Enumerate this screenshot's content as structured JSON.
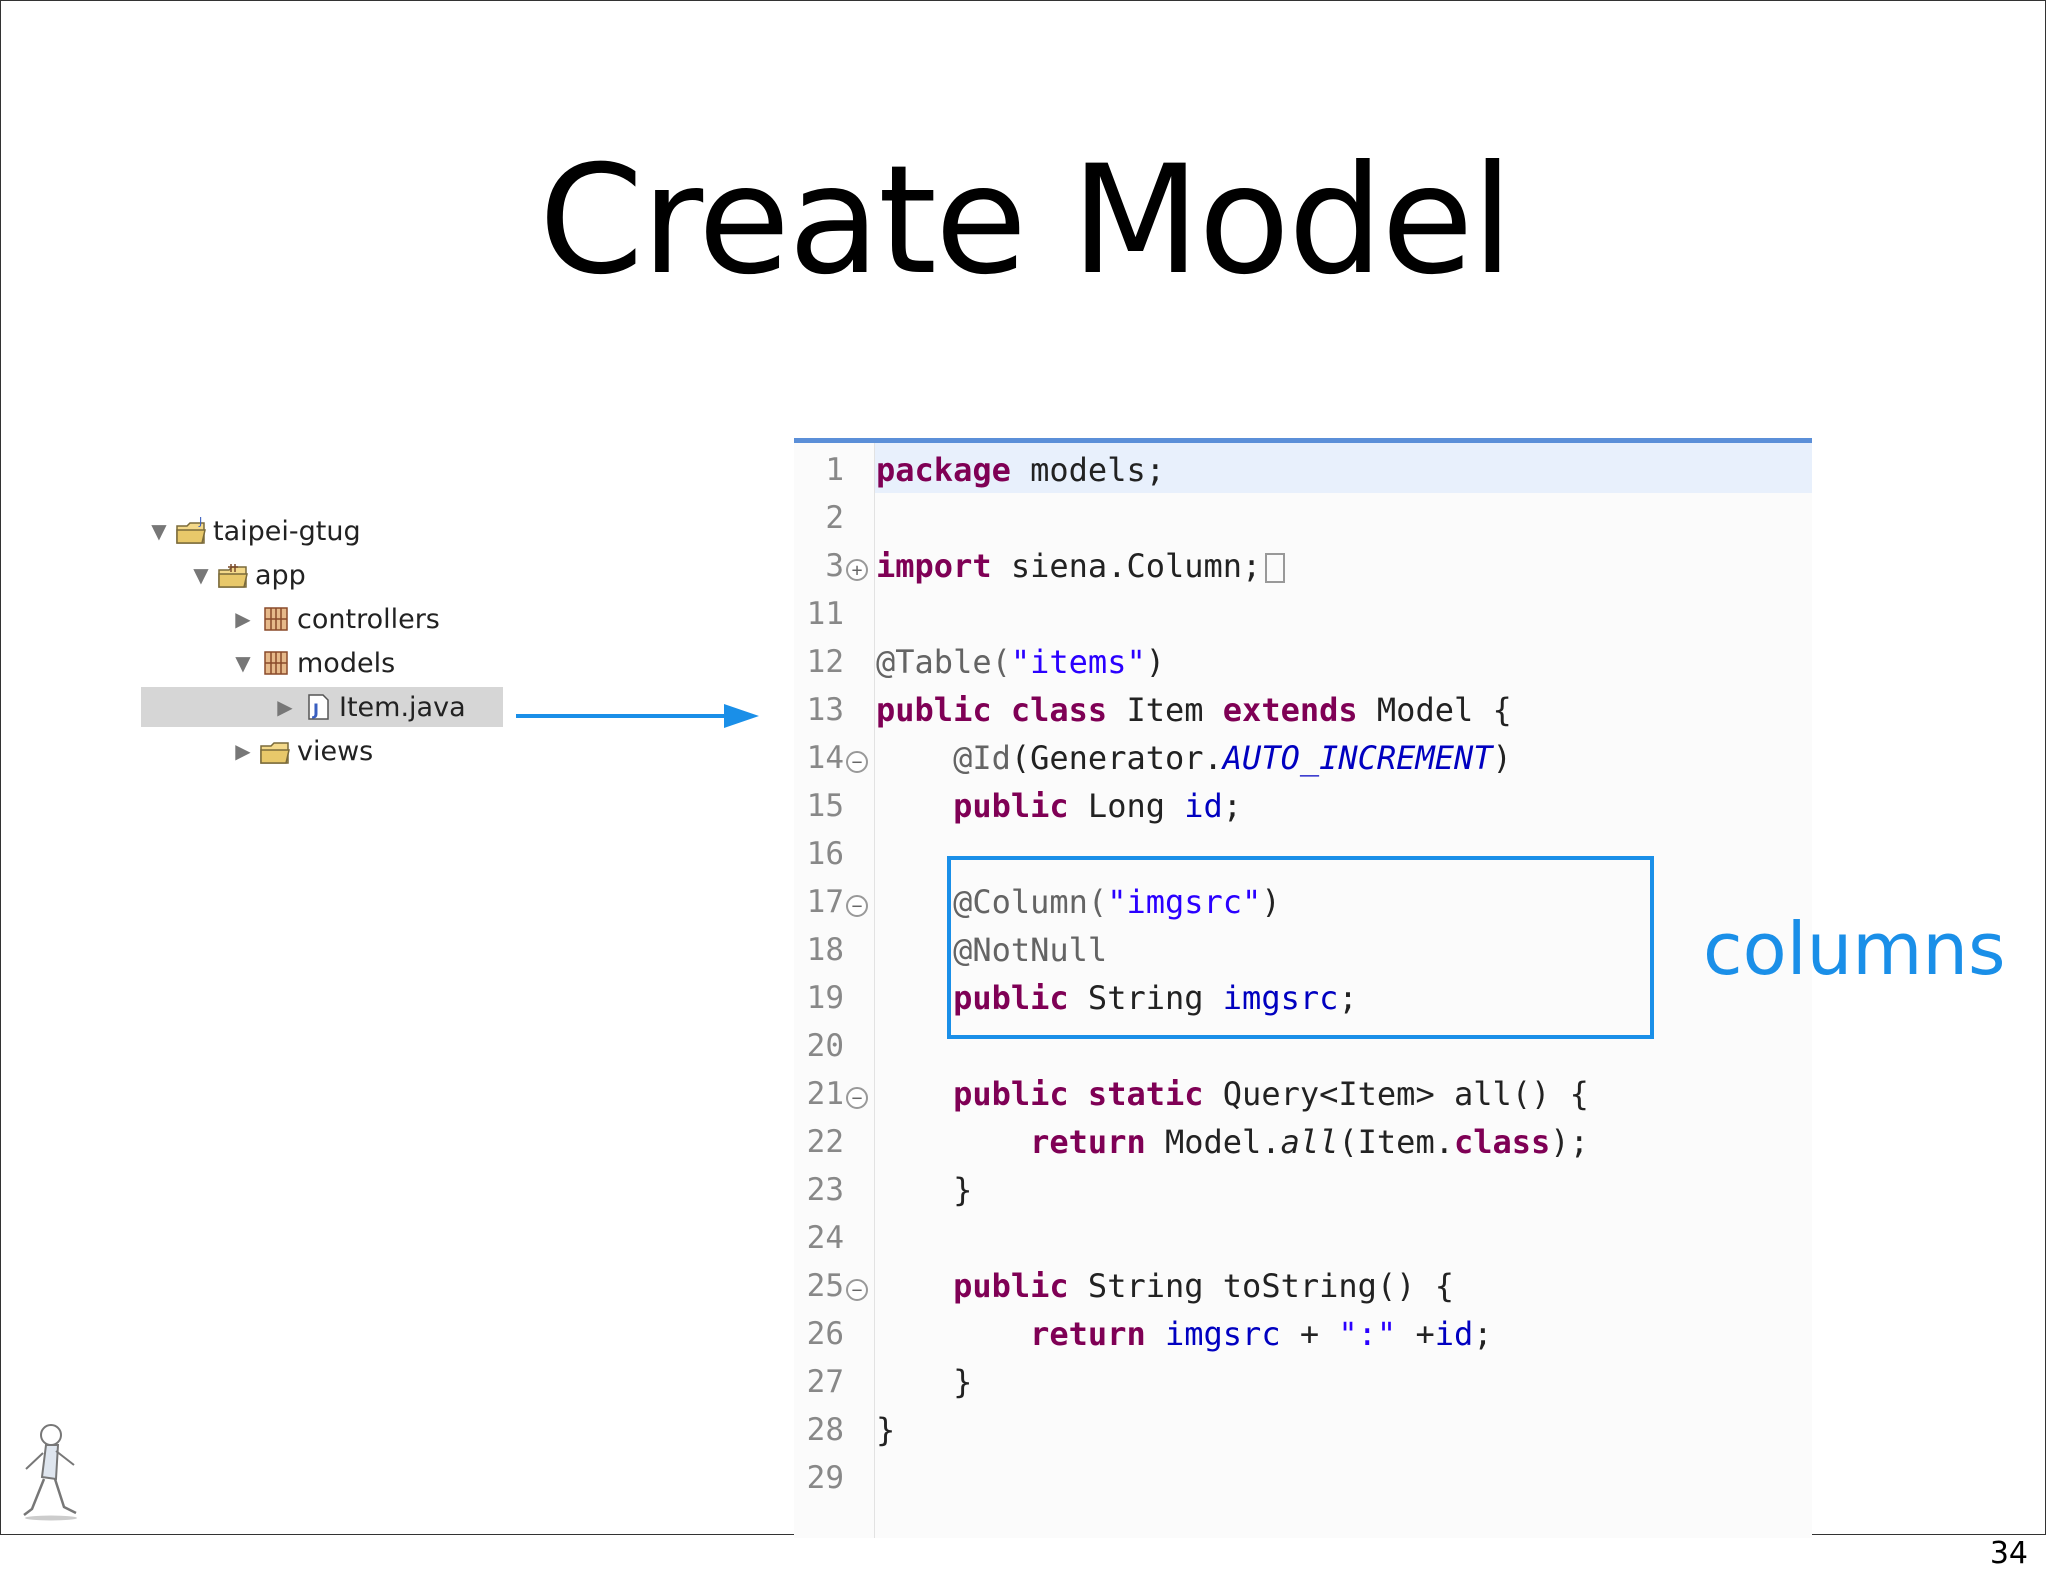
{
  "slide": {
    "title": "Create Model",
    "page_number": "34",
    "callout_label": "columns",
    "accent_color": "#1a8fe8"
  },
  "tree": {
    "items": [
      {
        "label": "taipei-gtug",
        "icon": "project-folder-icon",
        "expanded": true
      },
      {
        "label": "app",
        "icon": "source-folder-icon",
        "expanded": true
      },
      {
        "label": "controllers",
        "icon": "package-icon",
        "expanded": false
      },
      {
        "label": "models",
        "icon": "package-icon",
        "expanded": true
      },
      {
        "label": "Item.java",
        "icon": "java-file-icon",
        "expanded": false,
        "selected": true
      },
      {
        "label": "views",
        "icon": "folder-icon",
        "expanded": false
      }
    ]
  },
  "editor": {
    "line_numbers": [
      "1",
      "2",
      "3",
      "11",
      "12",
      "13",
      "14",
      "15",
      "16",
      "17",
      "18",
      "19",
      "20",
      "21",
      "22",
      "23",
      "24",
      "25",
      "26",
      "27",
      "28",
      "29"
    ],
    "code": {
      "l1_kw": "package",
      "l1_rest": " models;",
      "l3_kw": "import",
      "l3_rest": " siena.Column;",
      "l12_an": "@Table(",
      "l12_str": "\"items\"",
      "l12_close": ")",
      "l13_kw1": "public",
      "l13_kw2": "class",
      "l13_name": " Item ",
      "l13_kw3": "extends",
      "l13_rest": " Model {",
      "l14_an": "@Id",
      "l14_open": "(Generator.",
      "l14_const": "AUTO_INCREMENT",
      "l14_close": ")",
      "l15_kw": "public",
      "l15_type": " Long ",
      "l15_field": "id",
      "l15_end": ";",
      "l17_an": "@Column(",
      "l17_str": "\"imgsrc\"",
      "l17_close": ")",
      "l18_an": "@NotNull",
      "l19_kw": "public",
      "l19_type": " String ",
      "l19_field": "imgsrc",
      "l19_end": ";",
      "l21_kw1": "public",
      "l21_kw2": "static",
      "l21_rest": " Query<Item> all() {",
      "l22_kw": "return",
      "l22_pre": " Model.",
      "l22_method": "all",
      "l22_mid": "(Item.",
      "l22_kw2": "class",
      "l22_end": ");",
      "l23": "}",
      "l25_kw": "public",
      "l25_rest": " String toString() {",
      "l26_kw": "return",
      "l26_field1": " imgsrc",
      "l26_plus": " + ",
      "l26_str": "\":\"",
      "l26_plus2": " +",
      "l26_field2": "id",
      "l26_end": ";",
      "l27": "}",
      "l28": "}"
    }
  }
}
